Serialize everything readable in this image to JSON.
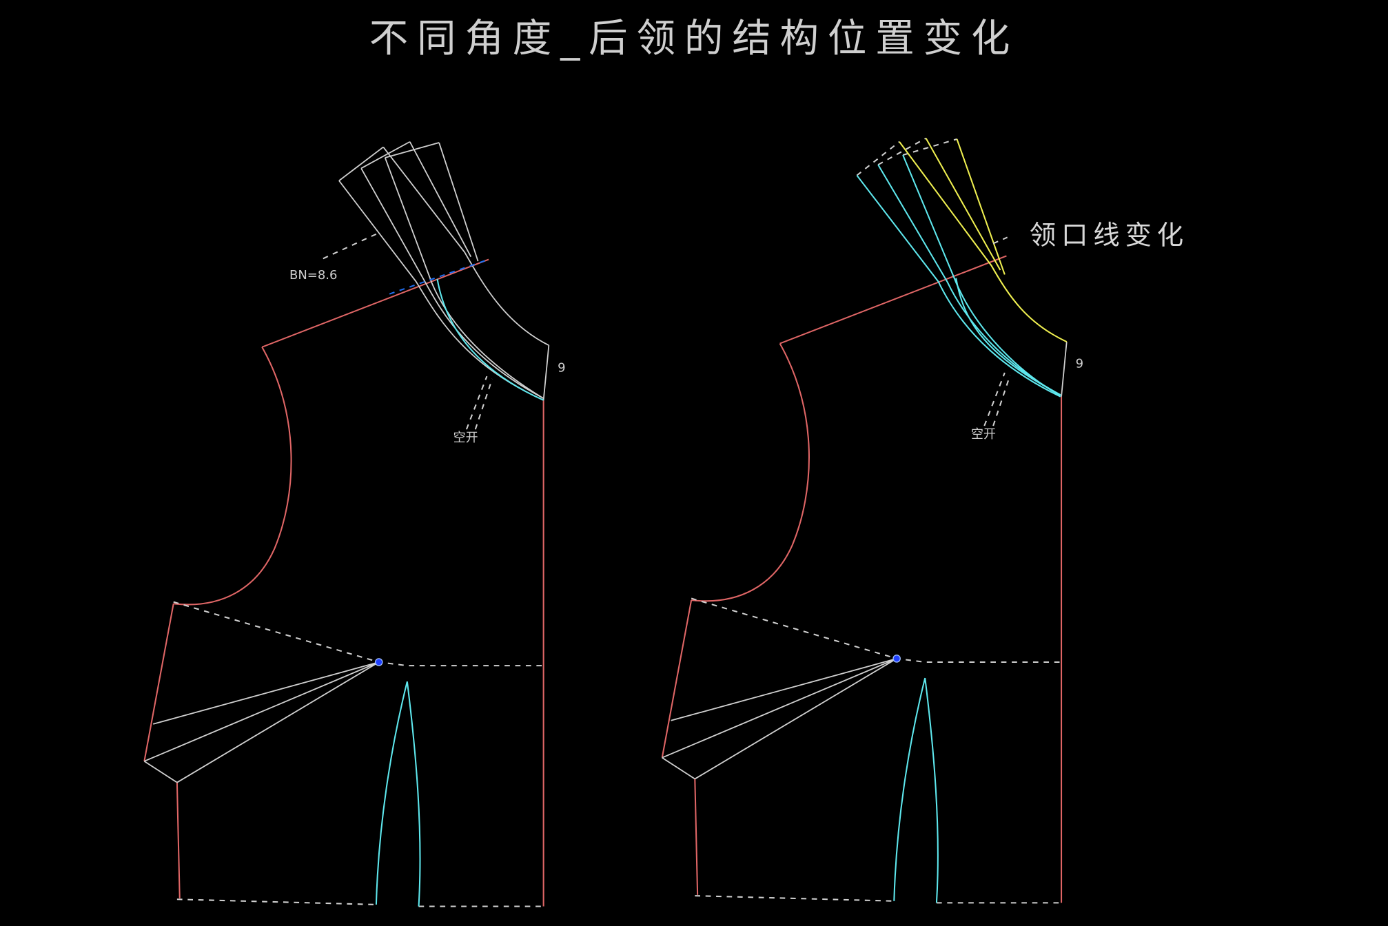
{
  "title": "不同角度_后领的结构位置变化",
  "left_pattern": {
    "measure_label": "BN=8.6",
    "gap_label": "空开",
    "marker": "9"
  },
  "right_pattern": {
    "neckline_label": "领口线变化",
    "gap_label": "空开",
    "marker": "9"
  },
  "colors": {
    "outline": "#e06666",
    "neck": "#5ee8ee",
    "collar": "#f0f050",
    "guide": "#1e6ef0"
  }
}
